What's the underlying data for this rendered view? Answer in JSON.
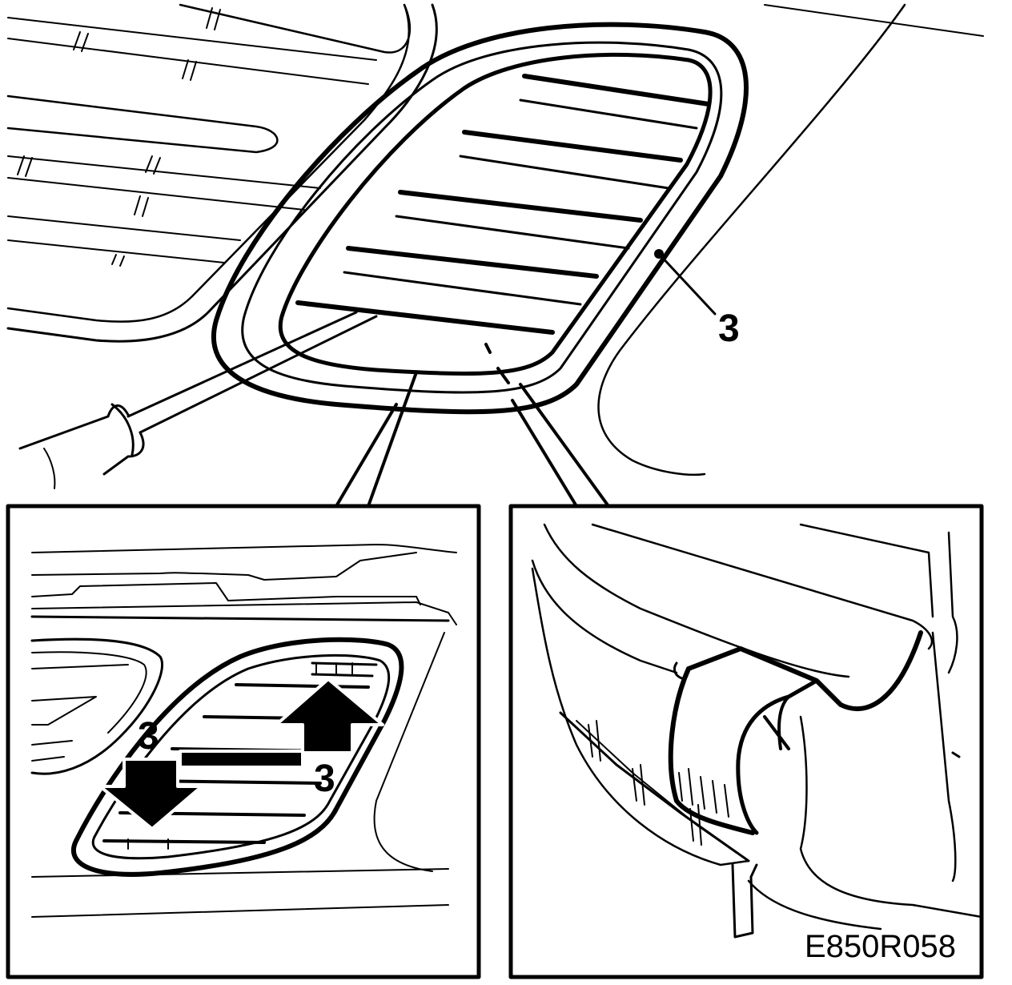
{
  "labels": {
    "callout_main": "3",
    "inset_up_arrow": "3",
    "inset_down_arrow": "3"
  },
  "figure_code": "E850R058",
  "colors": {
    "ink": "#000000",
    "paper": "#ffffff"
  }
}
